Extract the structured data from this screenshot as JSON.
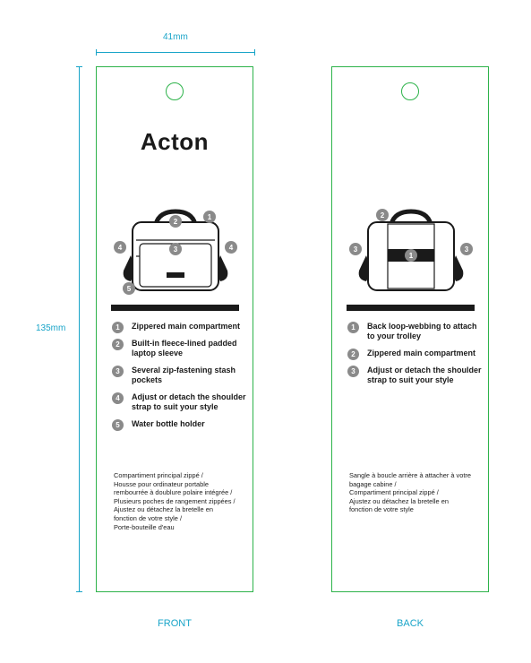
{
  "dimensions": {
    "width_label": "41mm",
    "height_label": "135mm"
  },
  "front": {
    "title": "Acton",
    "side_label": "FRONT",
    "features": [
      {
        "num": "1",
        "text": "Zippered main compartment"
      },
      {
        "num": "2",
        "text": "Built-in fleece-lined padded laptop sleeve"
      },
      {
        "num": "3",
        "text": "Several zip-fastening stash pockets"
      },
      {
        "num": "4",
        "text": "Adjust or detach the shoulder strap to suit your style"
      },
      {
        "num": "5",
        "text": "Water bottle holder"
      }
    ],
    "french_lines": [
      "Compartiment principal zippé /",
      "Housse pour ordinateur portable",
      "rembourrée à doublure polaire intégrée /",
      "Plusieurs poches de rangement zippées /",
      "Ajustez ou détachez la bretelle en",
      "fonction de votre style /",
      "Porte-bouteille d'eau"
    ],
    "bag_callouts": [
      "1",
      "2",
      "3",
      "4",
      "4",
      "5"
    ]
  },
  "back": {
    "side_label": "BACK",
    "features": [
      {
        "num": "1",
        "text": "Back loop-webbing to attach to your trolley"
      },
      {
        "num": "2",
        "text": "Zippered main compartment"
      },
      {
        "num": "3",
        "text": "Adjust or detach the shoulder strap to suit your style"
      }
    ],
    "french_lines": [
      "Sangle à boucle arrière à attacher à votre",
      "bagage cabine /",
      "Compartiment principal zippé /",
      "Ajustez ou détachez la bretelle en",
      "fonction de votre style"
    ],
    "bag_callouts": [
      "1",
      "2",
      "3",
      "3"
    ]
  },
  "colors": {
    "dimension": "#18a4c8",
    "card_border": "#2db34a",
    "callout": "#8a8a8a",
    "text": "#1a1a1a"
  }
}
